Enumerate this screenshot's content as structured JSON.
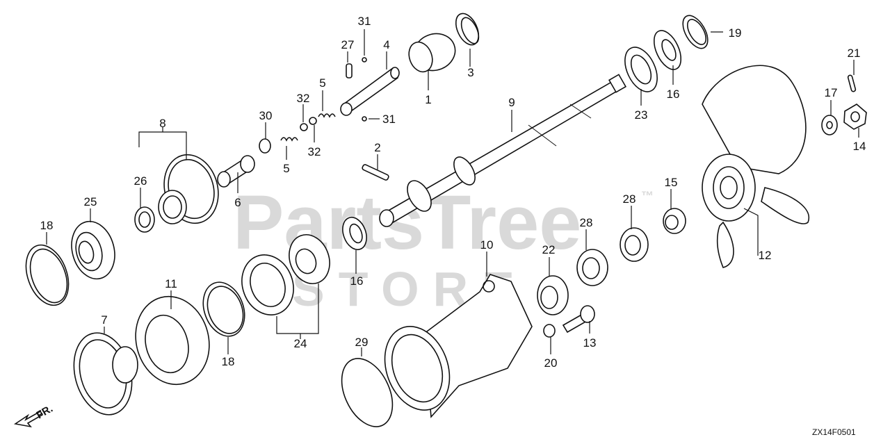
{
  "watermark": {
    "line1": "PartsTree",
    "trademark": "™",
    "line2": "STORE"
  },
  "diagram_code": "ZX14F0501",
  "direction_label": "FR.",
  "callouts": [
    {
      "id": "c31a",
      "label": "31"
    },
    {
      "id": "c27",
      "label": "27"
    },
    {
      "id": "c4",
      "label": "4"
    },
    {
      "id": "c3",
      "label": "3"
    },
    {
      "id": "c19",
      "label": "19"
    },
    {
      "id": "c21",
      "label": "21"
    },
    {
      "id": "c5a",
      "label": "5"
    },
    {
      "id": "c32a",
      "label": "32"
    },
    {
      "id": "c1",
      "label": "1"
    },
    {
      "id": "c9",
      "label": "9"
    },
    {
      "id": "c16a",
      "label": "16"
    },
    {
      "id": "c23",
      "label": "23"
    },
    {
      "id": "c17",
      "label": "17"
    },
    {
      "id": "c14",
      "label": "14"
    },
    {
      "id": "c30",
      "label": "30"
    },
    {
      "id": "c31b",
      "label": "31"
    },
    {
      "id": "c8",
      "label": "8"
    },
    {
      "id": "c32b",
      "label": "32"
    },
    {
      "id": "c5b",
      "label": "5"
    },
    {
      "id": "c2",
      "label": "2"
    },
    {
      "id": "c26",
      "label": "26"
    },
    {
      "id": "c6",
      "label": "6"
    },
    {
      "id": "c15",
      "label": "15"
    },
    {
      "id": "c25",
      "label": "25"
    },
    {
      "id": "c28a",
      "label": "28"
    },
    {
      "id": "c28b",
      "label": "28"
    },
    {
      "id": "c18a",
      "label": "18"
    },
    {
      "id": "c12",
      "label": "12"
    },
    {
      "id": "c10",
      "label": "10"
    },
    {
      "id": "c22",
      "label": "22"
    },
    {
      "id": "c16b",
      "label": "16"
    },
    {
      "id": "c11",
      "label": "11"
    },
    {
      "id": "c7",
      "label": "7"
    },
    {
      "id": "c24",
      "label": "24"
    },
    {
      "id": "c18b",
      "label": "18"
    },
    {
      "id": "c29",
      "label": "29"
    },
    {
      "id": "c13",
      "label": "13"
    },
    {
      "id": "c20",
      "label": "20"
    }
  ]
}
